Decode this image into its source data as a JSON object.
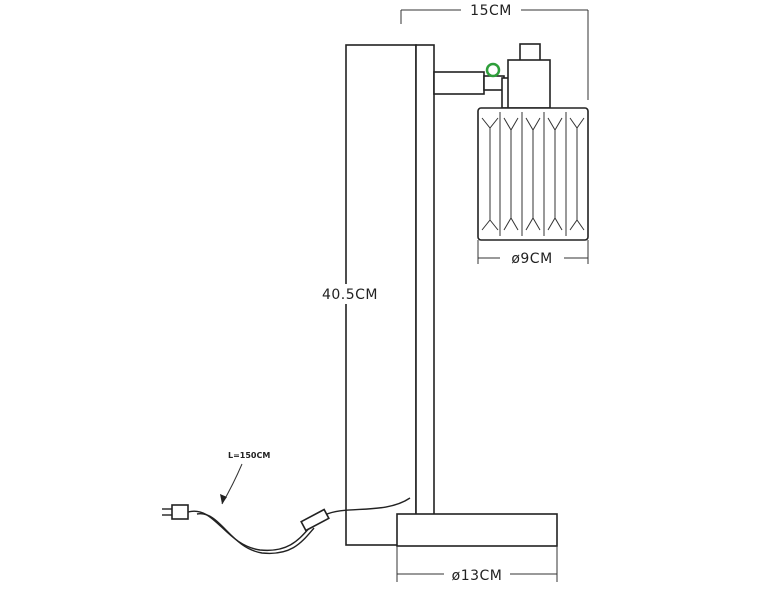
{
  "dimensions": {
    "width_top": "15CM",
    "height": "40.5CM",
    "shade_diameter": "ø9CM",
    "base_diameter": "ø13CM"
  },
  "cord": {
    "length_label": "L=150CM"
  },
  "accent_color": "#2e9e3a"
}
